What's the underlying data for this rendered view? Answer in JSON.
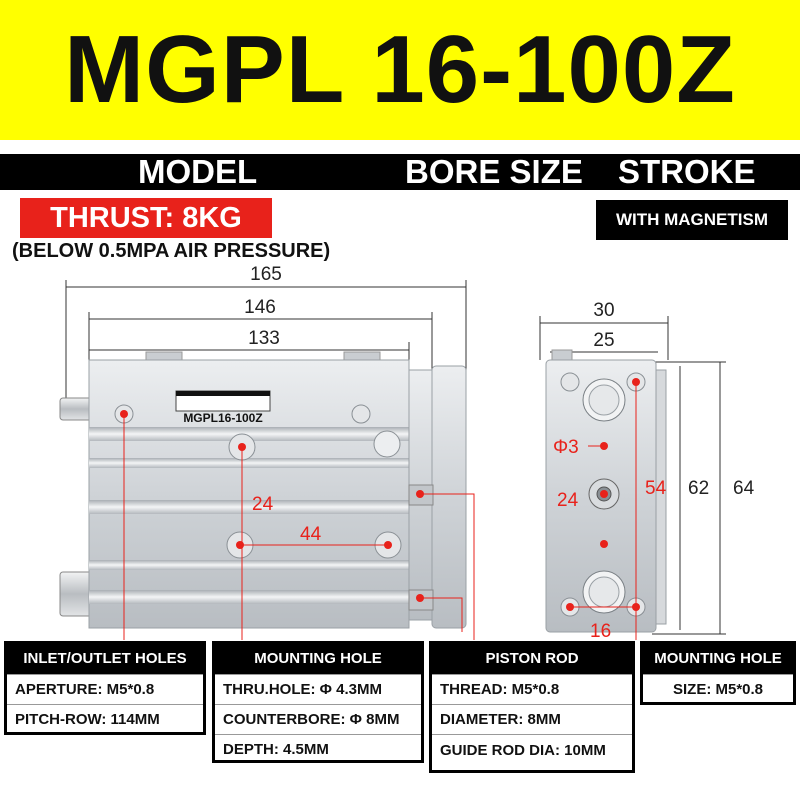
{
  "title": "MGPL  16-100Z",
  "model_bar": {
    "model": "MODEL",
    "bore_size": "BORE SIZE",
    "stroke": "STROKE"
  },
  "thrust": "THRUST: 8KG",
  "pressure_note": "(BELOW 0.5MPA AIR PRESSURE)",
  "magnetism": "WITH MAGNETISM",
  "side_view": {
    "label_plate": "MGPL16-100Z",
    "dims": {
      "overall": "165",
      "body": "146",
      "inner": "133",
      "hole_pitch_vertical": "24",
      "hole_pitch_horizontal": "44"
    }
  },
  "end_view": {
    "dims": {
      "width_outer": "30",
      "width_inner": "25",
      "hole": "Φ3",
      "center": "24",
      "pitch": "54",
      "height_inner": "62",
      "height_outer": "64",
      "bottom": "16"
    }
  },
  "boxes": {
    "inlet": {
      "title": "INLET/OUTLET HOLES",
      "rows": [
        "APERTURE: M5*0.8",
        "PITCH-ROW: 114MM"
      ]
    },
    "mounting": {
      "title": "MOUNTING HOLE",
      "rows": [
        "THRU.HOLE: Φ 4.3MM",
        "COUNTERBORE: Φ 8MM",
        "DEPTH: 4.5MM"
      ]
    },
    "piston": {
      "title": "PISTON ROD",
      "rows": [
        "THREAD: M5*0.8",
        "DIAMETER: 8MM",
        "GUIDE ROD DIA: 10MM"
      ]
    },
    "mounting2": {
      "title": "MOUNTING HOLE",
      "rows": [
        "SIZE: M5*0.8"
      ]
    }
  },
  "colors": {
    "banner": "#ffff00",
    "accent_red": "#e8221b",
    "bar": "#000000",
    "metal": "#d4d7da"
  }
}
